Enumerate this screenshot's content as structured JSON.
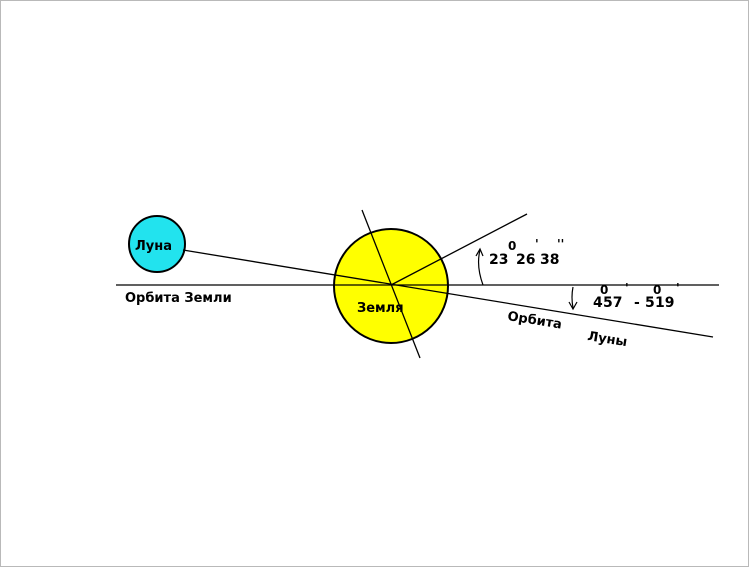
{
  "colors": {
    "moon_fill": "#22e3ee",
    "earth_fill": "#ffff00",
    "stroke": "#000000",
    "frame": "#b9b9b9",
    "background": "#ffffff"
  },
  "labels": {
    "moon": "Луна",
    "earth": "Земля",
    "earth_orbit": "Орбита Земли",
    "moon_orbit_word1": "Орбита",
    "moon_orbit_word2": "Луны"
  },
  "axial_tilt": {
    "degrees": "23",
    "degree_mark": "0",
    "minutes": "26",
    "minute_mark": "'",
    "seconds": "38",
    "second_mark": "''"
  },
  "orbit_inclination": {
    "from_degrees": "4",
    "from_degree_mark": "0",
    "from_minutes": "57",
    "from_minute_mark": "'",
    "separator": "-",
    "to_degrees": "5",
    "to_degree_mark": "0",
    "to_minutes": "19",
    "to_minute_mark": "'"
  }
}
